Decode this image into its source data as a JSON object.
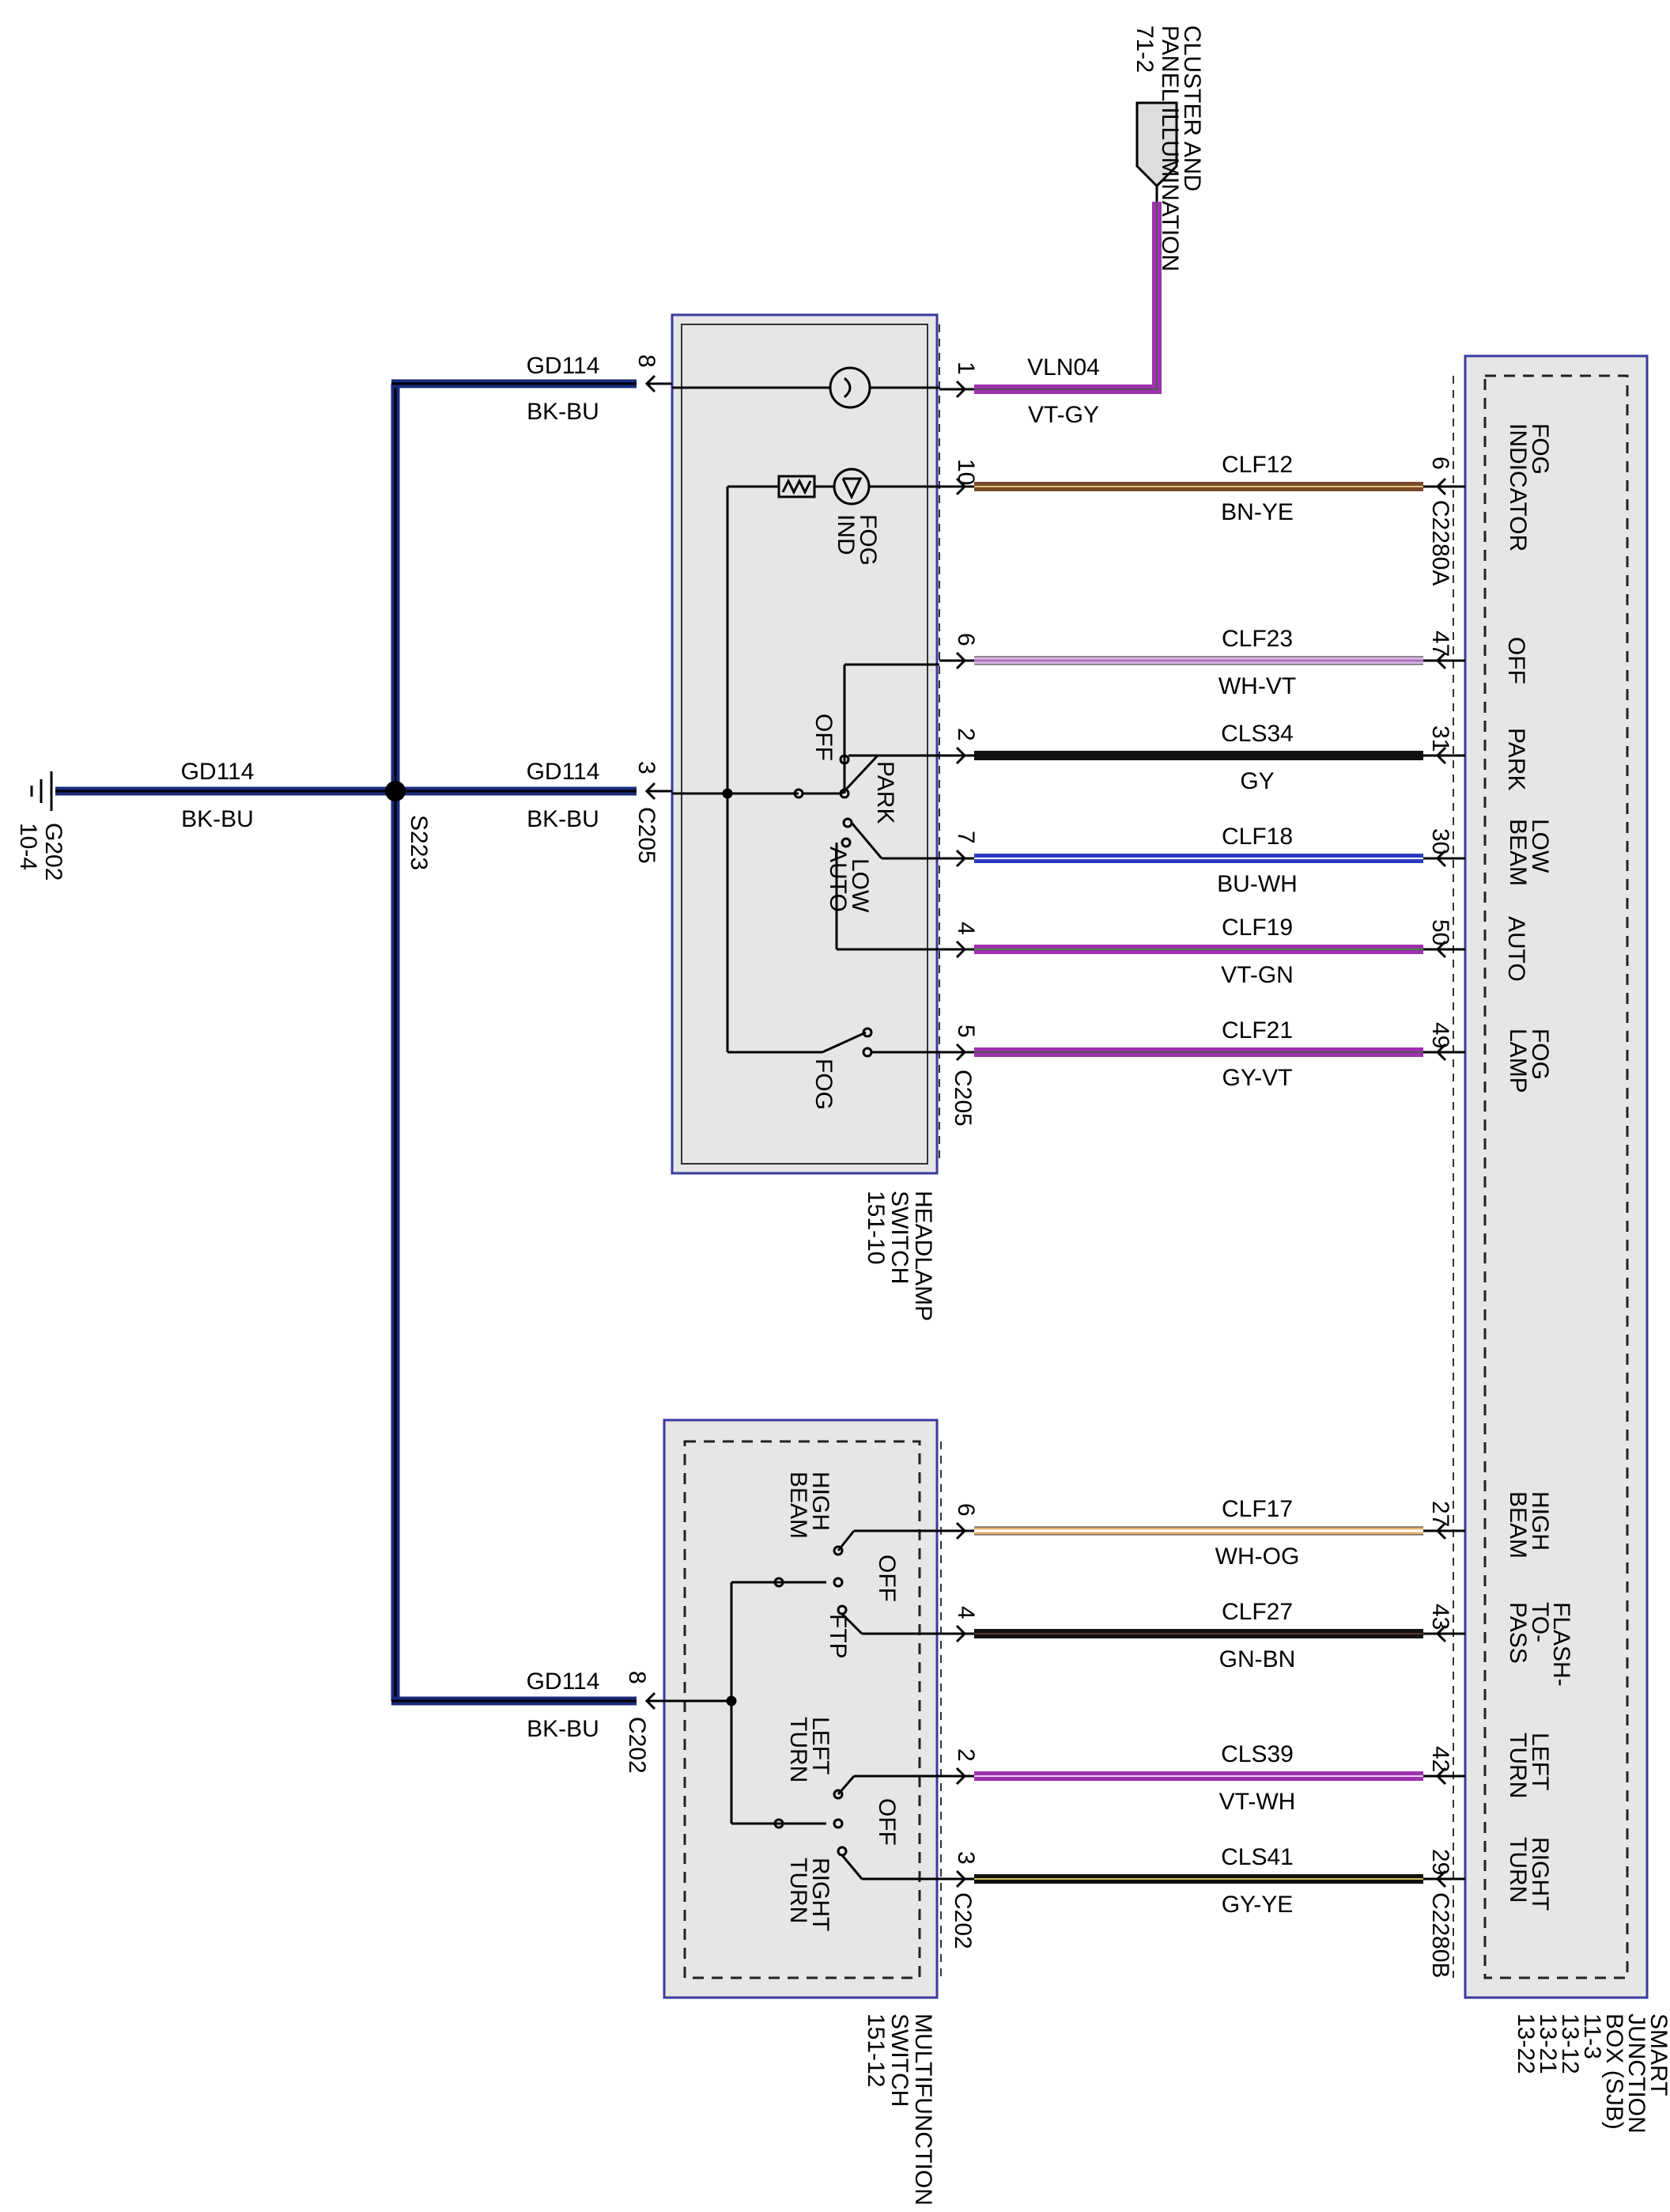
{
  "colors": {
    "gd114": "#1a2a7a",
    "vt": "#a030b0",
    "bn": "#7a4a2a",
    "gy": "#111111",
    "bu": "#2a3ac0",
    "wh_vt": "#d9b8e0",
    "wh_og": "#e8b070",
    "box_fill": "#e6e6e6",
    "box_border": "#3a3aa0"
  },
  "ground": {
    "id": "G202",
    "ref": "10-4"
  },
  "splice": {
    "id": "S223"
  },
  "cluster": {
    "line1": "CLUSTER AND",
    "line2": "PANEL ILLUMINATION",
    "ref": "71-2"
  },
  "headlamp_switch": {
    "line1": "HEADLAMP",
    "line2": "SWITCH",
    "ref": "151-10",
    "connector": "C205",
    "fog_ind_line1": "FOG",
    "fog_ind_line2": "IND",
    "off": "OFF",
    "park": "PARK",
    "low": "LOW",
    "auto": "AUTO",
    "fog": "FOG"
  },
  "multifunction_switch": {
    "line1": "MULTIFUNCTION",
    "line2": "SWITCH",
    "ref": "151-12",
    "connector": "C202",
    "high_line1": "HIGH",
    "high_line2": "BEAM",
    "off1": "OFF",
    "ftp": "FTP",
    "left_line1": "LEFT",
    "left_line2": "TURN",
    "off2": "OFF",
    "right_line1": "RIGHT",
    "right_line2": "TURN"
  },
  "sjb": {
    "line1": "SMART",
    "line2": "JUNCTION",
    "line3": "BOX (SJB)",
    "ref1": "11-3",
    "ref2": "13-12",
    "ref3": "13-21",
    "ref4": "13-22",
    "conn_a": "C2280A",
    "conn_b": "C2280B",
    "fog_indicator_1": "FOG",
    "fog_indicator_2": "INDICATOR",
    "off": "OFF",
    "park": "PARK",
    "low_1": "LOW",
    "low_2": "BEAM",
    "auto": "AUTO",
    "foglamp_1": "FOG",
    "foglamp_2": "LAMP",
    "high_1": "HIGH",
    "high_2": "BEAM",
    "ftp_1": "FLASH-",
    "ftp_2": "TO-",
    "ftp_3": "PASS",
    "left_1": "LEFT",
    "left_2": "TURN",
    "right_1": "RIGHT",
    "right_2": "TURN"
  },
  "ground_wires": {
    "main": {
      "circuit": "GD114",
      "color": "BK-BU"
    },
    "hs_top": {
      "circuit": "GD114",
      "color": "BK-BU",
      "pin": "8"
    },
    "hs_mid": {
      "circuit": "GD114",
      "color": "BK-BU",
      "pin": "3"
    },
    "mfs": {
      "circuit": "GD114",
      "color": "BK-BU",
      "pin": "8"
    }
  },
  "wires": [
    {
      "circuit": "VLN04",
      "color": "VT-GY",
      "pin_left": "1",
      "pin_right": ""
    },
    {
      "circuit": "CLF12",
      "color": "BN-YE",
      "pin_left": "10",
      "pin_right": "6"
    },
    {
      "circuit": "CLF23",
      "color": "WH-VT",
      "pin_left": "6",
      "pin_right": "47"
    },
    {
      "circuit": "CLS34",
      "color": "GY",
      "pin_left": "2",
      "pin_right": "31"
    },
    {
      "circuit": "CLF18",
      "color": "BU-WH",
      "pin_left": "7",
      "pin_right": "30"
    },
    {
      "circuit": "CLF19",
      "color": "VT-GN",
      "pin_left": "4",
      "pin_right": "50"
    },
    {
      "circuit": "CLF21",
      "color": "GY-VT",
      "pin_left": "5",
      "pin_right": "49"
    },
    {
      "circuit": "CLF17",
      "color": "WH-OG",
      "pin_left": "6",
      "pin_right": "27"
    },
    {
      "circuit": "CLF27",
      "color": "GN-BN",
      "pin_left": "4",
      "pin_right": "43"
    },
    {
      "circuit": "CLS39",
      "color": "VT-WH",
      "pin_left": "2",
      "pin_right": "42"
    },
    {
      "circuit": "CLS41",
      "color": "GY-YE",
      "pin_left": "3",
      "pin_right": "29"
    }
  ]
}
